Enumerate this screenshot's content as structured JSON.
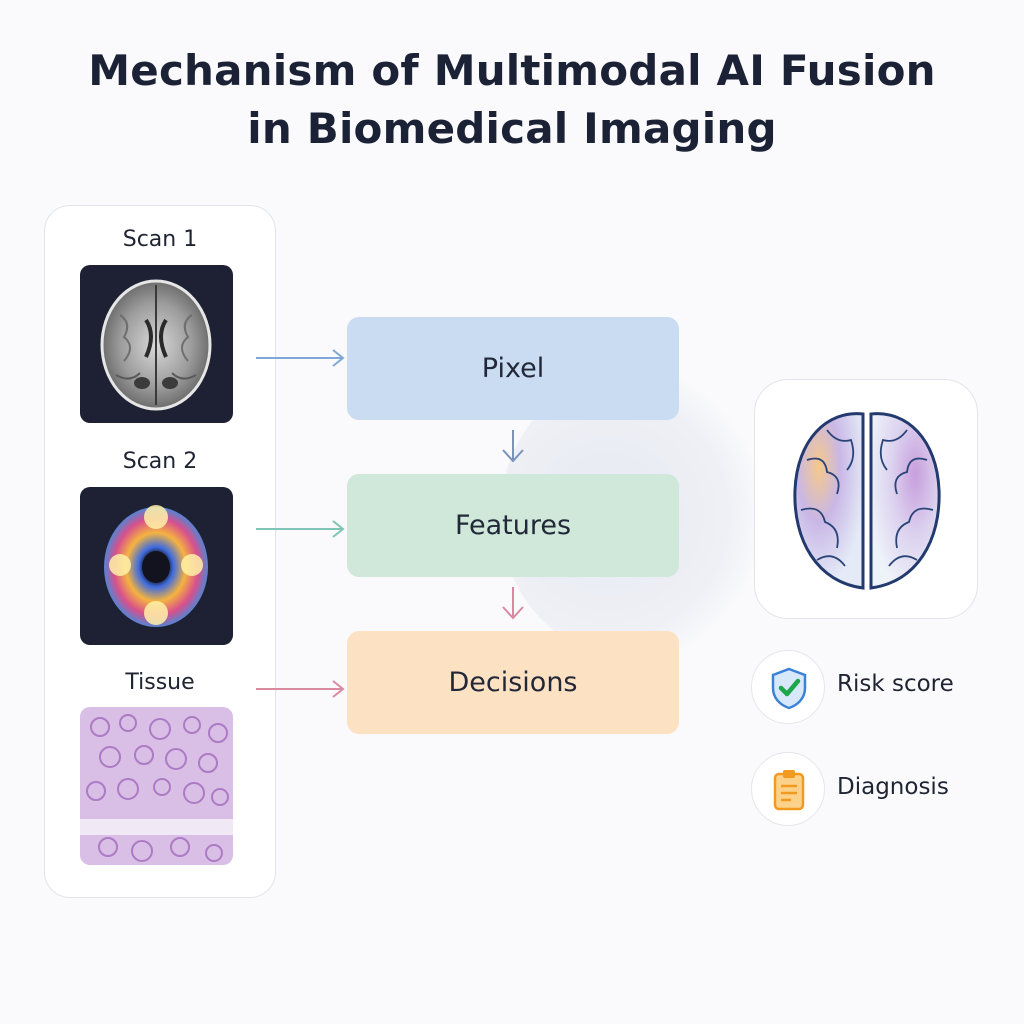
{
  "title": {
    "line1": "Mechanism of Multimodal AI Fusion",
    "line2": "in Biomedical Imaging"
  },
  "inputs": [
    {
      "label": "Scan 1"
    },
    {
      "label": "Scan 2"
    },
    {
      "label": "Tissue"
    }
  ],
  "stages": [
    {
      "label": "Pixel",
      "color": "#c9dcf2"
    },
    {
      "label": "Features",
      "color": "#cfe8da"
    },
    {
      "label": "Decisions",
      "color": "#fde1c3"
    }
  ],
  "connector_colors": [
    "#7fa8d9",
    "#7fc4b4",
    "#d98aa0"
  ],
  "outputs": [
    {
      "label": "Risk score",
      "icon": "shield-check-icon"
    },
    {
      "label": "Diagnosis",
      "icon": "clipboard-icon"
    }
  ]
}
